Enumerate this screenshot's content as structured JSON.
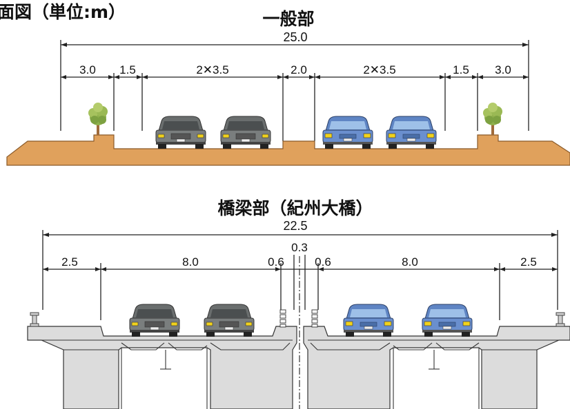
{
  "diagram_title": "面図（単位:m）",
  "section_general": {
    "title": "一般部",
    "total_width": "25.0",
    "dims": [
      "3.0",
      "1.5",
      "2✕3.5",
      "2.0",
      "2✕3.5",
      "1.5",
      "3.0"
    ]
  },
  "section_bridge": {
    "title": "橋梁部（紀州大橋）",
    "total_width": "22.5",
    "median_dim": "0.3",
    "dims": [
      "2.5",
      "8.0",
      "0.6",
      "0.6",
      "8.0",
      "2.5"
    ]
  },
  "colors": {
    "ground": "#e0a15c",
    "concrete": "#dcdcdc",
    "car_gray": "#6a6e6e",
    "car_blue": "#5f85c4",
    "tree_green": "#8fb04c",
    "trunk": "#a06a3a"
  },
  "icons": [
    "tree-icon",
    "gray-car-icon",
    "blue-car-icon"
  ]
}
